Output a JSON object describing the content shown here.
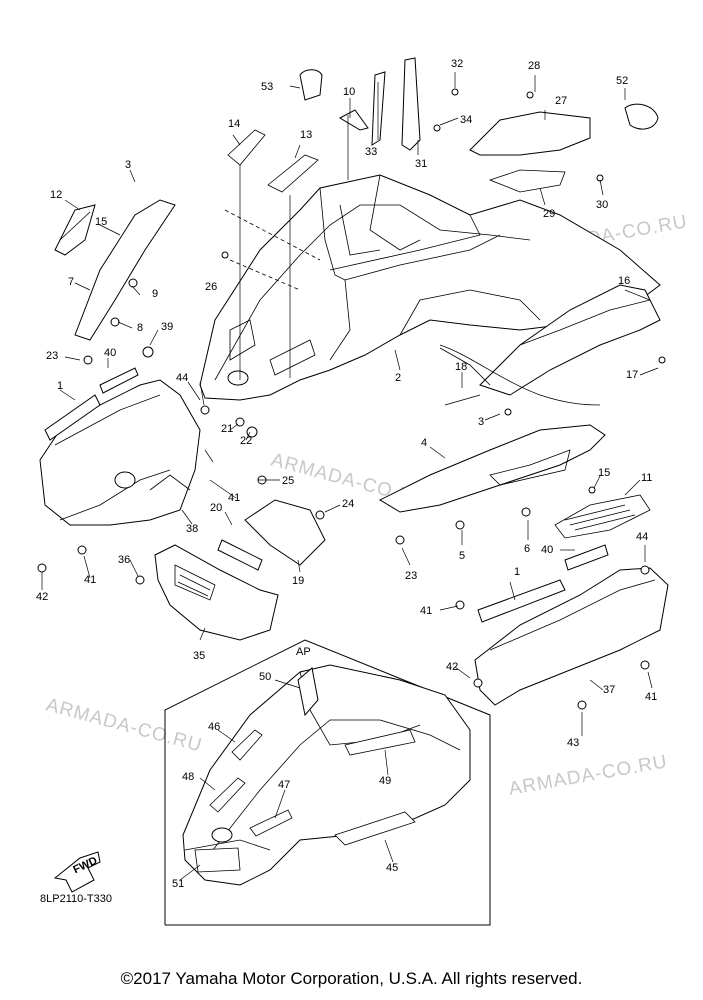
{
  "diagram_code": "8LP2110-T330",
  "copyright": "©2017 Yamaha Motor Corporation, U.S.A. All rights reserved.",
  "watermark": "ARMADA-CO.RU",
  "fwd_label": "FWD",
  "inset_label": "AP",
  "callouts": [
    "1",
    "1",
    "2",
    "3",
    "3",
    "4",
    "5",
    "6",
    "7",
    "8",
    "9",
    "10",
    "11",
    "12",
    "13",
    "14",
    "15",
    "15",
    "16",
    "17",
    "18",
    "19",
    "20",
    "21",
    "22",
    "23",
    "23",
    "24",
    "25",
    "26",
    "27",
    "28",
    "29",
    "30",
    "31",
    "32",
    "33",
    "34",
    "35",
    "36",
    "37",
    "38",
    "39",
    "40",
    "40",
    "41",
    "41",
    "41",
    "41",
    "42",
    "42",
    "43",
    "44",
    "44",
    "45",
    "46",
    "47",
    "48",
    "49",
    "50",
    "51",
    "52",
    "53"
  ],
  "colors": {
    "line": "#000000",
    "watermark": "#c8c8c8",
    "background": "#ffffff"
  }
}
